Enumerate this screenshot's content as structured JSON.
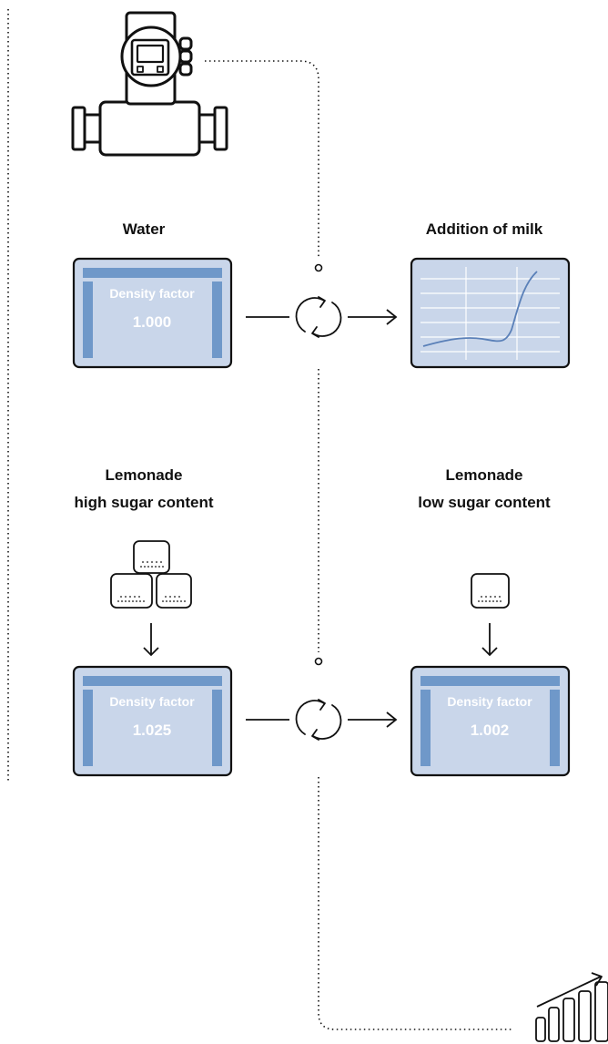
{
  "colors": {
    "panel_fill": "#c9d6ea",
    "panel_bar": "#6f98c9",
    "panel_text": "#ffffff",
    "stroke": "#111111",
    "chart_line": "#5a80b8",
    "chart_bg": "#c9d6ea"
  },
  "labels": {
    "water": "Water",
    "milk": "Addition of milk",
    "lemonade_high_1": "Lemonade",
    "lemonade_high_2": "high sugar content",
    "lemonade_low_1": "Lemonade",
    "lemonade_low_2": "low sugar content"
  },
  "panels": {
    "water": {
      "caption": "Density factor",
      "value": "1.000"
    },
    "high": {
      "caption": "Density factor",
      "value": "1.025"
    },
    "low": {
      "caption": "Density factor",
      "value": "1.002"
    }
  },
  "icons": {
    "meter": "flowmeter-icon",
    "refresh": "refresh-cycle-icon",
    "sugar": "sugar-cube-icon",
    "growth": "growth-bar-chart-icon"
  }
}
